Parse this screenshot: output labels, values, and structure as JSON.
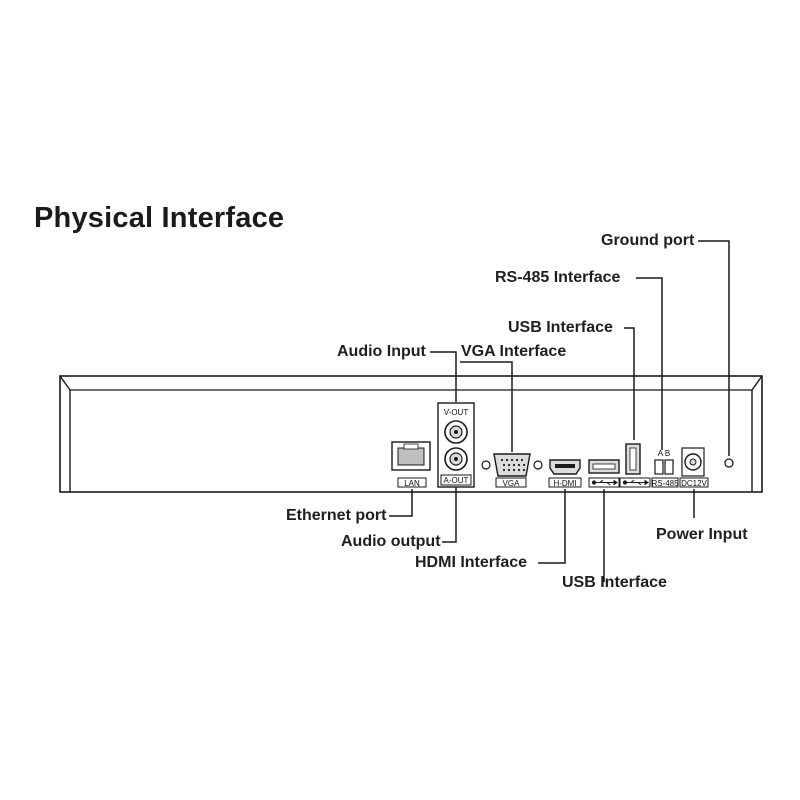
{
  "title": "Physical Interface",
  "callouts": {
    "ground_port": "Ground port",
    "rs485_interface": "RS-485 Interface",
    "usb_interface_top": "USB Interface",
    "audio_input": "Audio Input",
    "vga_interface": "VGA Interface",
    "ethernet_port": "Ethernet port",
    "audio_output": "Audio output",
    "hdmi_interface": "HDMI Interface",
    "usb_interface_bottom": "USB Interface",
    "power_input": "Power Input"
  },
  "port_labels": {
    "lan": "LAN",
    "v_out": "V-OUT",
    "a_out": "A-OUT",
    "vga": "VGA",
    "hdmi": "H-DMI",
    "rs485": "RS-485",
    "rs485_pins": "A B",
    "dc12v": "DC12V"
  },
  "icons": [
    "ethernet-port-icon",
    "rca-connector-icon",
    "vga-port-icon",
    "hdmi-port-icon",
    "usb-port-icon",
    "rs485-terminal-icon",
    "dc-power-jack-icon",
    "ground-screw-icon",
    "usb-symbol-icon"
  ],
  "colors": {
    "line": "#1a1a1a",
    "panel_fill": "#ffffff",
    "port_fill": "#dcdcdc"
  }
}
